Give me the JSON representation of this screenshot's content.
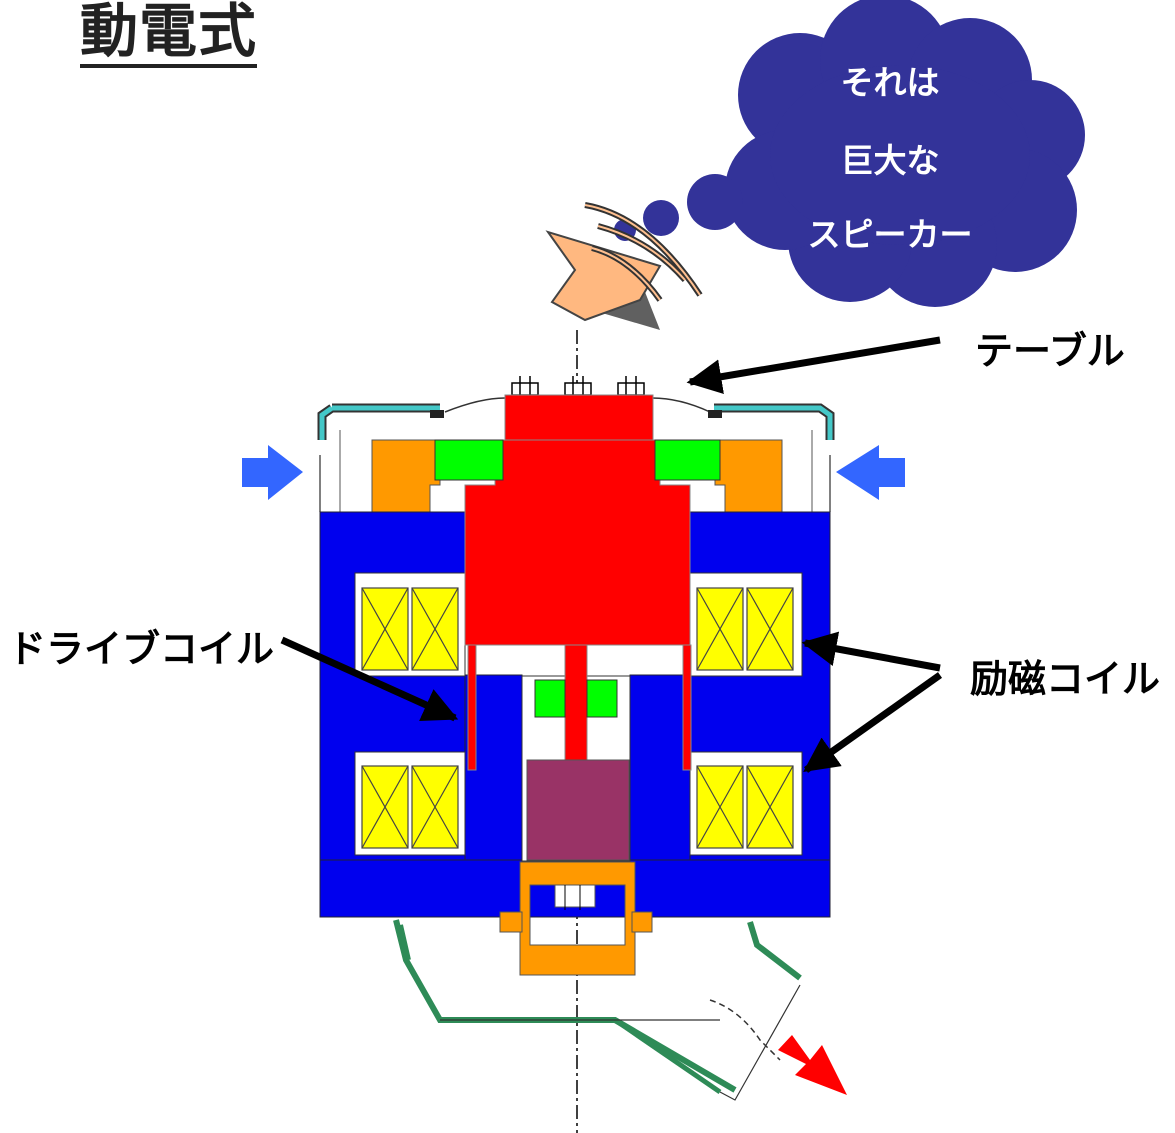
{
  "title": "動電式",
  "thought_bubble": {
    "lines": [
      "それは",
      "巨大な",
      "スピーカー"
    ]
  },
  "labels": {
    "table": "テーブル",
    "drive_coil": "ドライブコイル",
    "excitation_coil": "励磁コイル"
  },
  "colors": {
    "magnetic_body": "#0000ee",
    "armature": "#ff0000",
    "coil": "#ffff00",
    "green_block": "#00ff00",
    "orange_part": "#ff9900",
    "mass": "#993366",
    "cover": "#44c8c8",
    "bracket": "#2e8b57",
    "blue_arrow": "#3366ff",
    "red_arrow": "#ff0000",
    "cloud": "#333399"
  }
}
